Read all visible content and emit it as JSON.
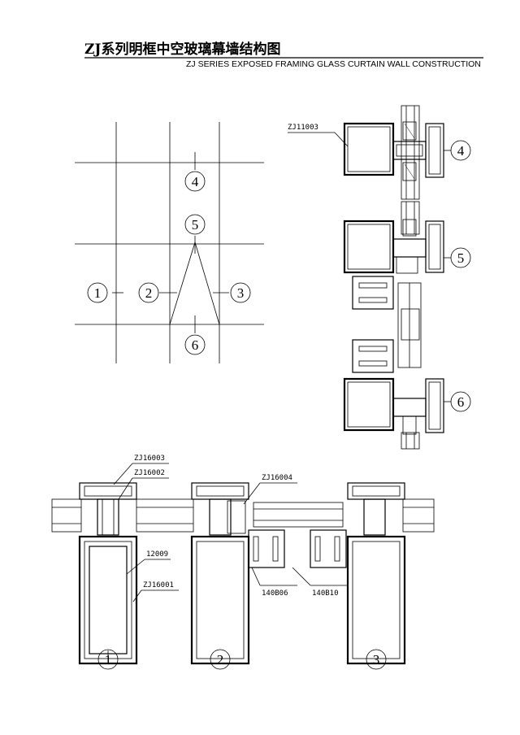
{
  "header": {
    "title_cn": "ZJ系列明框中空玻璃幕墙结构图",
    "title_en": "ZJ SERIES EXPOSED FRAMING GLASS CURTAIN WALL CONSTRUCTION"
  },
  "elevation": {
    "markers": [
      "1",
      "2",
      "3",
      "4",
      "5",
      "6"
    ]
  },
  "vertical_sections": {
    "part_label": "ZJ11003",
    "markers": [
      "4",
      "5",
      "6"
    ]
  },
  "horizontal_sections": {
    "part_labels": [
      "ZJ16003",
      "ZJ16002",
      "12009",
      "ZJ16001",
      "ZJ16004",
      "140B06",
      "140B10"
    ],
    "markers": [
      "1",
      "2",
      "3"
    ]
  }
}
